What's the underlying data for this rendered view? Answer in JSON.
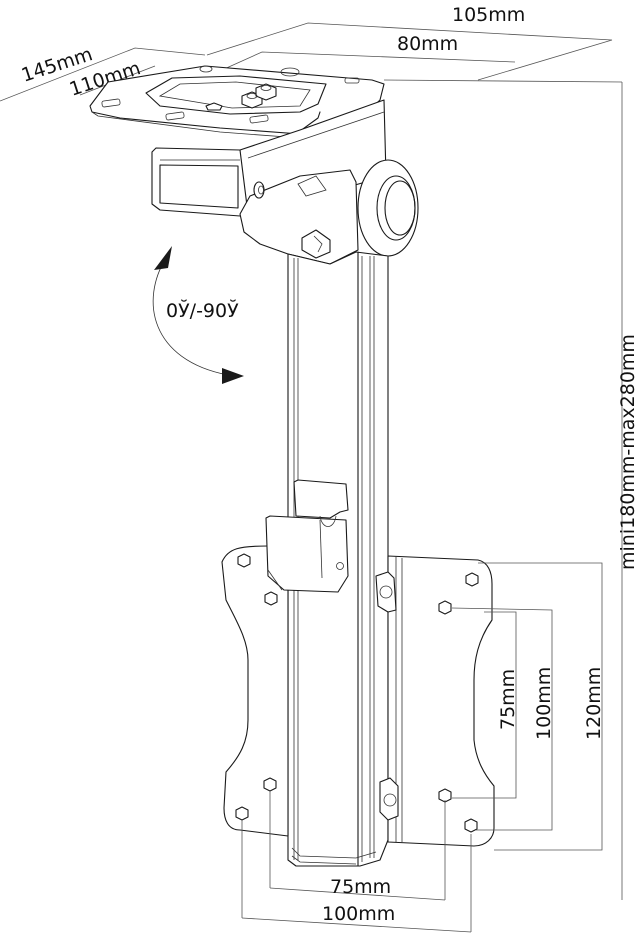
{
  "diagram": {
    "subject": "ceiling monitor mount technical drawing",
    "ceiling_plate": {
      "dimensions": {
        "outer_depth": "145mm",
        "inner_depth": "110mm",
        "outer_width": "105mm",
        "inner_width": "80mm"
      }
    },
    "tilt": {
      "label": "0Ў/-90Ў"
    },
    "height_adjustment": {
      "label": "mini180mm-max280mm"
    },
    "vesa_plate": {
      "vertical": {
        "small": "75mm",
        "medium": "100mm",
        "large": "120mm"
      },
      "horizontal": {
        "small": "75mm",
        "large": "100mm"
      }
    },
    "colors": {
      "line": "#1a1a1a",
      "dimension_line": "#555555",
      "background": "#ffffff"
    }
  }
}
